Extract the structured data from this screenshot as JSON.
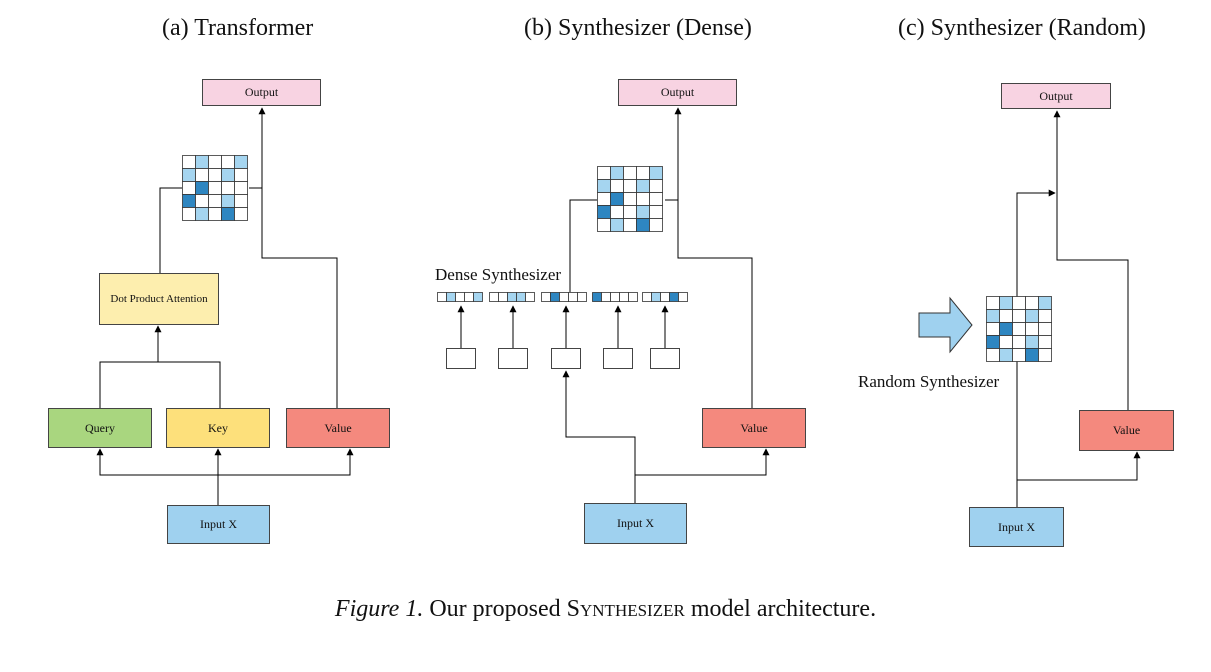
{
  "titles": {
    "a": "(a) Transformer",
    "b": "(b) Synthesizer (Dense)",
    "c": "(c) Synthesizer (Random)"
  },
  "boxes": {
    "output": "Output",
    "dot_product_attention": "Dot Product Attention",
    "query": "Query",
    "key": "Key",
    "value": "Value",
    "input_x": "Input X"
  },
  "labels": {
    "dense_synthesizer": "Dense Synthesizer",
    "random_synthesizer": "Random Synthesizer"
  },
  "caption": {
    "figure_label": "Figure 1.",
    "text_before": "Our proposed",
    "model_name": "Synthesizer",
    "text_after": "model architecture."
  },
  "colors": {
    "output": "#f8d3e2",
    "dot_product_attention": "#fdeeae",
    "query": "#a9d67f",
    "key": "#fde07b",
    "value": "#f4897e",
    "input_x": "#9fd1ef",
    "cell_light": "#a5d5f0",
    "cell_dark": "#2e86c1",
    "arrow": "#9fd1ef"
  }
}
